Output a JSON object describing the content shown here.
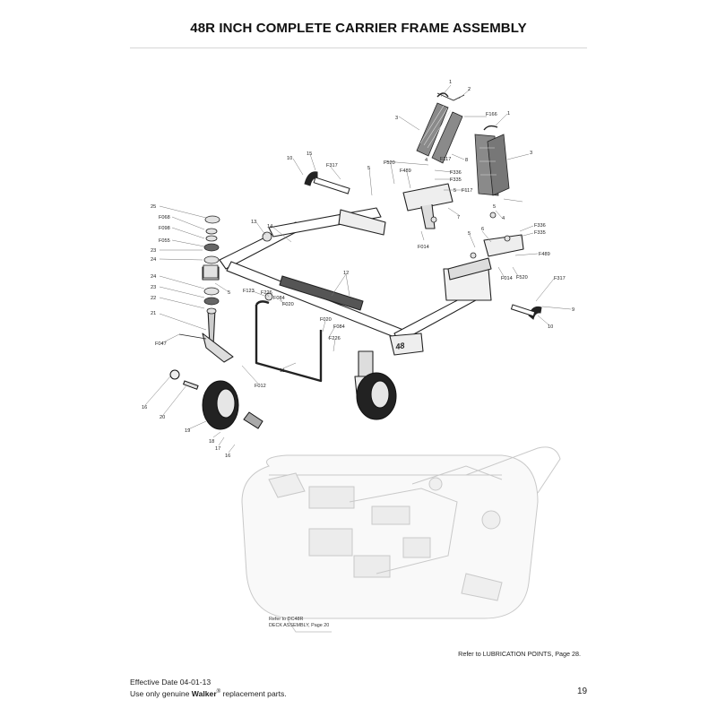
{
  "title": "48R INCH COMPLETE CARRIER FRAME ASSEMBLY",
  "callouts": {
    "c1a": "1",
    "c2": "2",
    "c3a": "3",
    "c1b": "1",
    "cF166": "F166",
    "c3b": "3",
    "c4a": "4",
    "cF117a": "F117",
    "c8": "8",
    "cF336a": "F336",
    "cF335a": "F335",
    "cF117b": "F117",
    "c5a": "5",
    "c7": "7",
    "c5b": "5",
    "c4b": "4",
    "c10a": "10",
    "c15": "15",
    "cF317a": "F317",
    "c5c": "5",
    "cF520a": "F520",
    "cF489a": "F489",
    "c25": "25",
    "cF068": "F068",
    "cF098": "F098",
    "cF055": "F055",
    "c23a": "23",
    "c24a": "24",
    "c13": "13",
    "c14": "14",
    "cF014a": "F014",
    "c6": "6",
    "c5d": "5",
    "cF336b": "F336",
    "cF335b": "F335",
    "cF489b": "F489",
    "cF014b": "F014",
    "cF520b": "F520",
    "cF317b": "F317",
    "c9": "9",
    "c10b": "10",
    "c24b": "24",
    "c23b": "23",
    "c22": "22",
    "c5e": "5",
    "cF123": "F123",
    "cF226a": "F226",
    "cF084a": "F084",
    "cF020a": "F020",
    "c12": "12",
    "c21": "21",
    "cF047": "F047",
    "cF020b": "F020",
    "cF084b": "F084",
    "cF226b": "F226",
    "cF012": "F012",
    "c11": "11",
    "c16a": "16",
    "c20": "20",
    "c19": "19",
    "c18": "18",
    "c17": "17",
    "c16b": "16"
  },
  "deck_note": {
    "line1": "Refer to DC48R",
    "line2": "DECK ASSEMBLY, Page 20"
  },
  "deck_badge": "48",
  "lubrication_note": "Refer to LUBRICATION POINTS, Page 28.",
  "footer": {
    "effective_date": "Effective Date 04-01-13",
    "parts_prefix": "Use only genuine ",
    "brand": "Walker",
    "trademark": "®",
    "parts_suffix": " replacement parts."
  },
  "page_number": "19"
}
